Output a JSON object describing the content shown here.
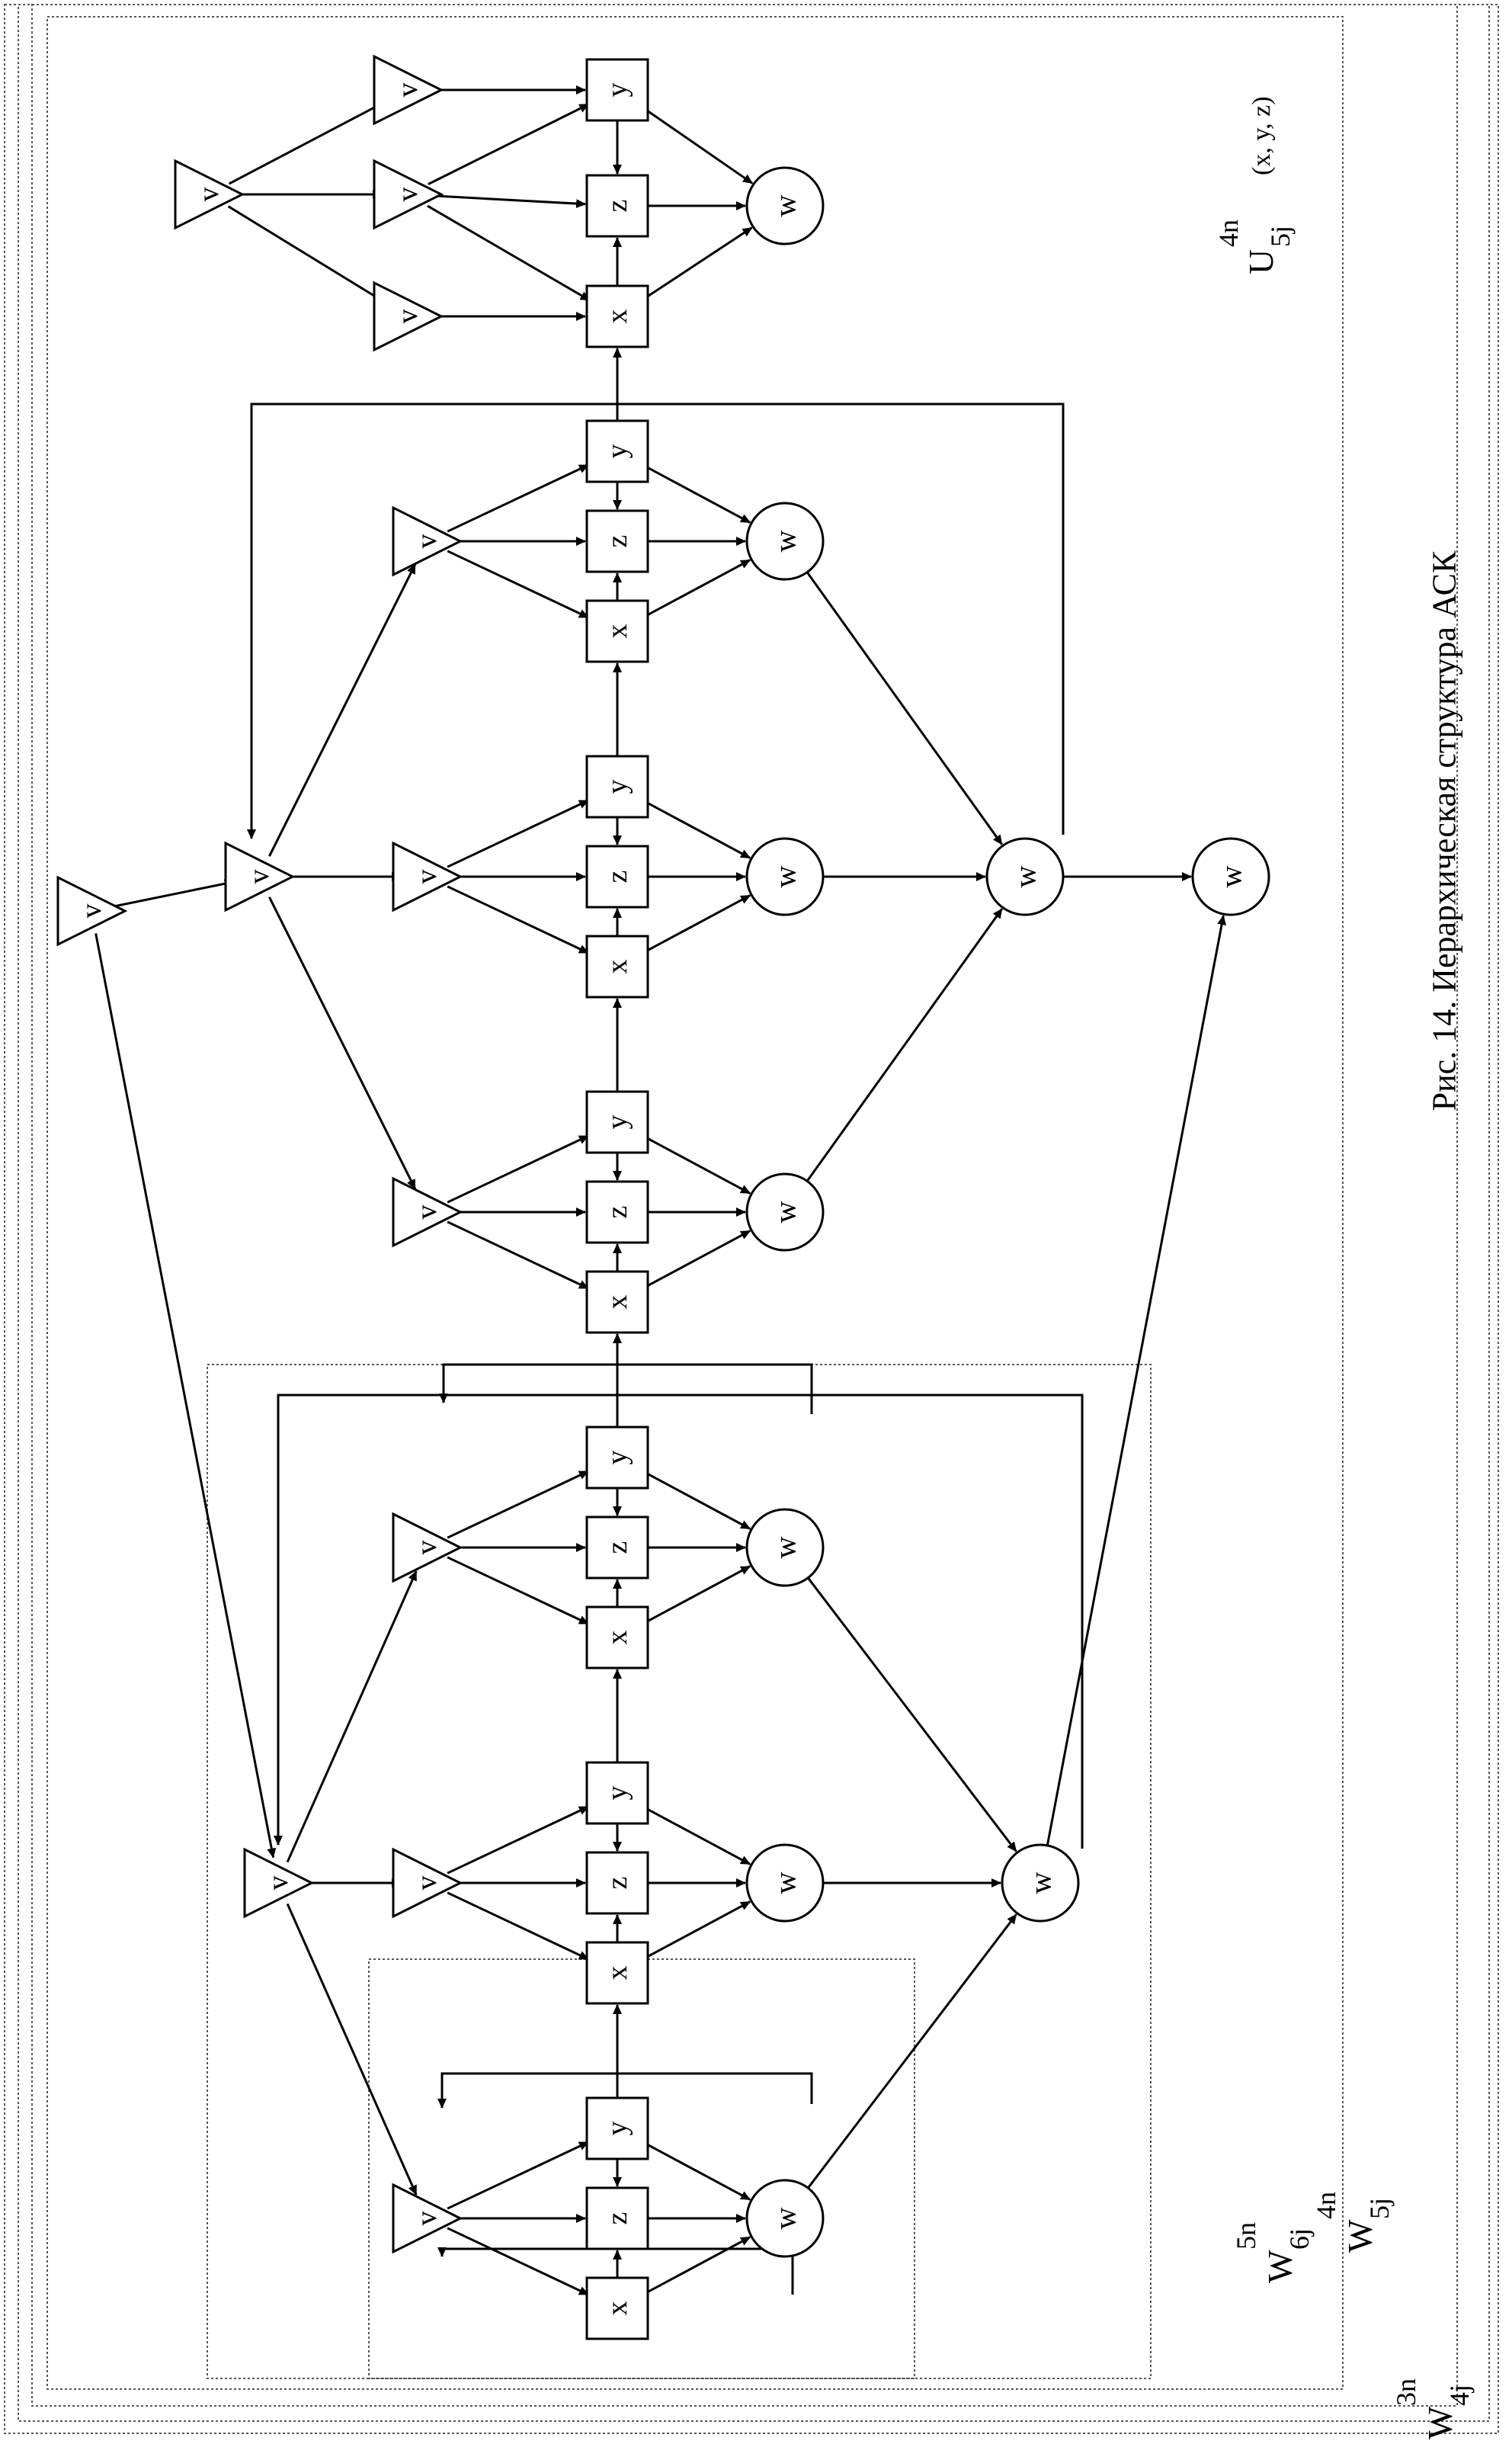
{
  "caption": "Рис. 14. Иерархическая структура АСК",
  "node_labels": {
    "v": "v",
    "x": "x",
    "y": "y",
    "z": "z",
    "w": "w"
  },
  "level_labels": {
    "w3": {
      "base": "W",
      "sup": "3n",
      "sub": "4j"
    },
    "w4": {
      "base": "W",
      "sup": "4n",
      "sub": "5j"
    },
    "w5": {
      "base": "W",
      "sup": "5n",
      "sub": "6j"
    },
    "u": {
      "base": "U",
      "sup": "4n",
      "sub": "5j",
      "args": "(x, y, z)"
    }
  }
}
